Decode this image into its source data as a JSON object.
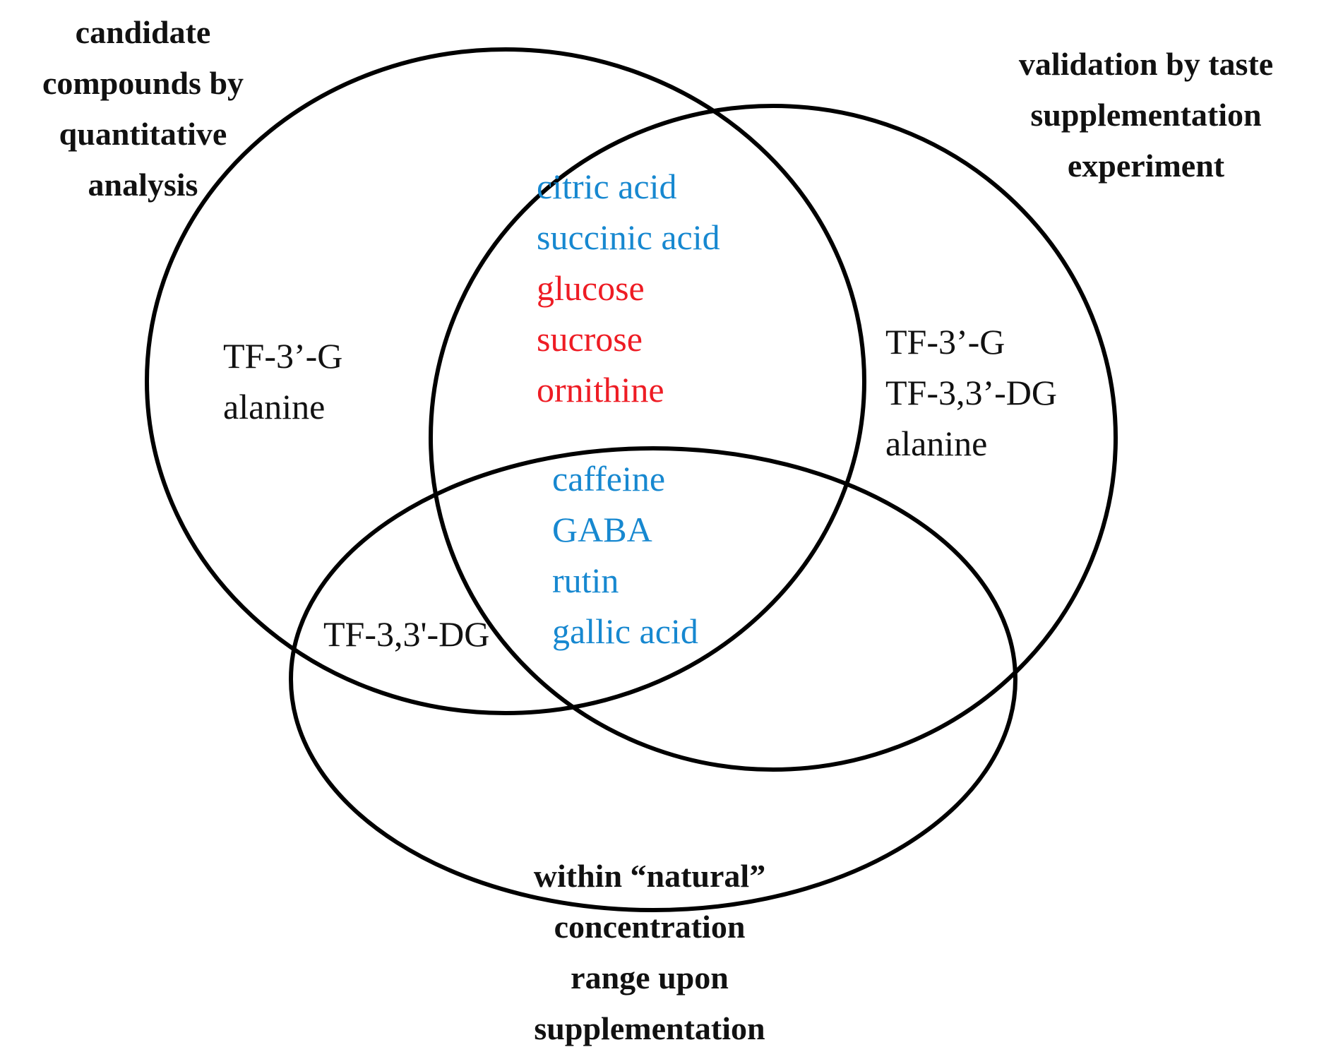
{
  "colors": {
    "outline": "#000000",
    "label": "#111111",
    "blue": "#1788d0",
    "red": "#ee1c24",
    "black": "#111111"
  },
  "sets": [
    {
      "id": "quantitative",
      "title_lines": [
        "candidate",
        "compounds by",
        "quantitative",
        "analysis"
      ]
    },
    {
      "id": "taste",
      "title_lines": [
        "validation by taste",
        "supplementation",
        "experiment"
      ]
    },
    {
      "id": "natural",
      "title_lines": [
        "within “natural”",
        "concentration",
        "range upon",
        "supplementation"
      ]
    }
  ],
  "regions": {
    "quantitative_only": [
      {
        "text": "TF-3’-G",
        "color": "black"
      },
      {
        "text": "alanine",
        "color": "black"
      }
    ],
    "taste_only": [
      {
        "text": "TF-3’-G",
        "color": "black"
      },
      {
        "text": "TF-3,3’-DG",
        "color": "black"
      },
      {
        "text": "alanine",
        "color": "black"
      }
    ],
    "quantitative_and_taste": [
      {
        "text": "citric acid",
        "color": "blue"
      },
      {
        "text": "succinic acid",
        "color": "blue"
      },
      {
        "text": "glucose",
        "color": "red"
      },
      {
        "text": "sucrose",
        "color": "red"
      },
      {
        "text": "ornithine",
        "color": "red"
      }
    ],
    "all_three": [
      {
        "text": "caffeine",
        "color": "blue"
      },
      {
        "text": "GABA",
        "color": "blue"
      },
      {
        "text": "rutin",
        "color": "blue"
      },
      {
        "text": "gallic acid",
        "color": "blue"
      }
    ],
    "quantitative_and_natural": [
      {
        "text": "TF-3,3'-DG",
        "color": "black"
      }
    ]
  }
}
